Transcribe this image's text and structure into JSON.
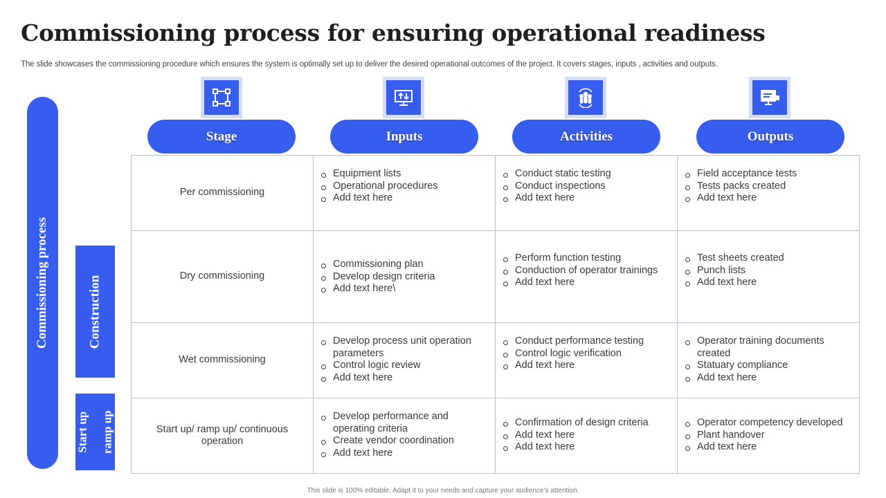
{
  "slide": {
    "title": "Commissioning process for ensuring operational readiness",
    "subtitle": "The slide showcases the commissioning procedure which ensures the system is optimally set up to deliver the desired operational outcomes of the project. It covers stages, inputs , activities and outputs.",
    "footer": "This slide is 100% editable. Adapt it to your needs and capture your audience’s attention.",
    "accent_color": "#365ded",
    "icon_bg_color": "#d3dcfa"
  },
  "side_labels": {
    "process": "Commissioning process",
    "construction": "Construction",
    "startup_line1": "Start up",
    "startup_line2": "ramp up"
  },
  "columns": [
    {
      "label": "Stage",
      "icon": "flowchart-icon"
    },
    {
      "label": "Inputs",
      "icon": "monitor-upload-icon"
    },
    {
      "label": "Activities",
      "icon": "team-cycle-icon"
    },
    {
      "label": "Outputs",
      "icon": "presentation-screen-icon"
    }
  ],
  "rows": [
    {
      "stage": "Per commissioning",
      "inputs": [
        "Equipment lists",
        "Operational procedures",
        "Add text here"
      ],
      "activities": [
        "Conduct static testing",
        "Conduct inspections",
        "Add text here"
      ],
      "outputs": [
        "Field acceptance tests",
        "Tests packs created",
        "Add text here"
      ]
    },
    {
      "stage": "Dry commissioning",
      "inputs": [
        "Commissioning plan",
        "Develop design criteria",
        "Add text here\\"
      ],
      "activities": [
        "Perform function testing",
        "Conduction of operator trainings",
        "Add text here"
      ],
      "outputs": [
        "Test sheets created",
        "Punch lists",
        "Add text here"
      ]
    },
    {
      "stage": "Wet commissioning",
      "inputs": [
        "Develop process unit operation parameters",
        "Control logic review",
        "Add text here"
      ],
      "activities": [
        "Conduct performance testing",
        "Control logic verification",
        "Add text here"
      ],
      "outputs": [
        "Operator training documents created",
        "Statuary compliance",
        "Add text here"
      ]
    },
    {
      "stage": "Start up/ ramp up/ continuous operation",
      "inputs": [
        "Develop performance and operating criteria",
        "Create vendor coordination",
        "Add text here"
      ],
      "activities": [
        "Confirmation of design criteria",
        "Add text here",
        "Add text here"
      ],
      "outputs": [
        "Operator competency developed",
        "Plant handover",
        "Add text here"
      ]
    }
  ]
}
